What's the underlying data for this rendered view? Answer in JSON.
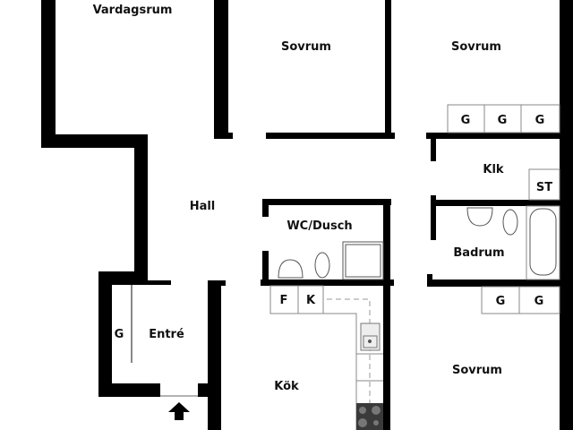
{
  "rooms": {
    "vardagsrum": "Vardagsrum",
    "sovrum_1": "Sovrum",
    "sovrum_2": "Sovrum",
    "sovrum_3": "Sovrum",
    "hall": "Hall",
    "wc_dusch": "WC/Dusch",
    "klk": "Klk",
    "badrum": "Badrum",
    "entre": "Entré",
    "kok": "Kök"
  },
  "fixtures": {
    "garderob": "G",
    "frys": "F",
    "kyl": "K",
    "stadskap": "ST"
  },
  "colors": {
    "wall": "#000000",
    "fixture_stroke": "#888888",
    "stove": "#3a3a3a"
  }
}
